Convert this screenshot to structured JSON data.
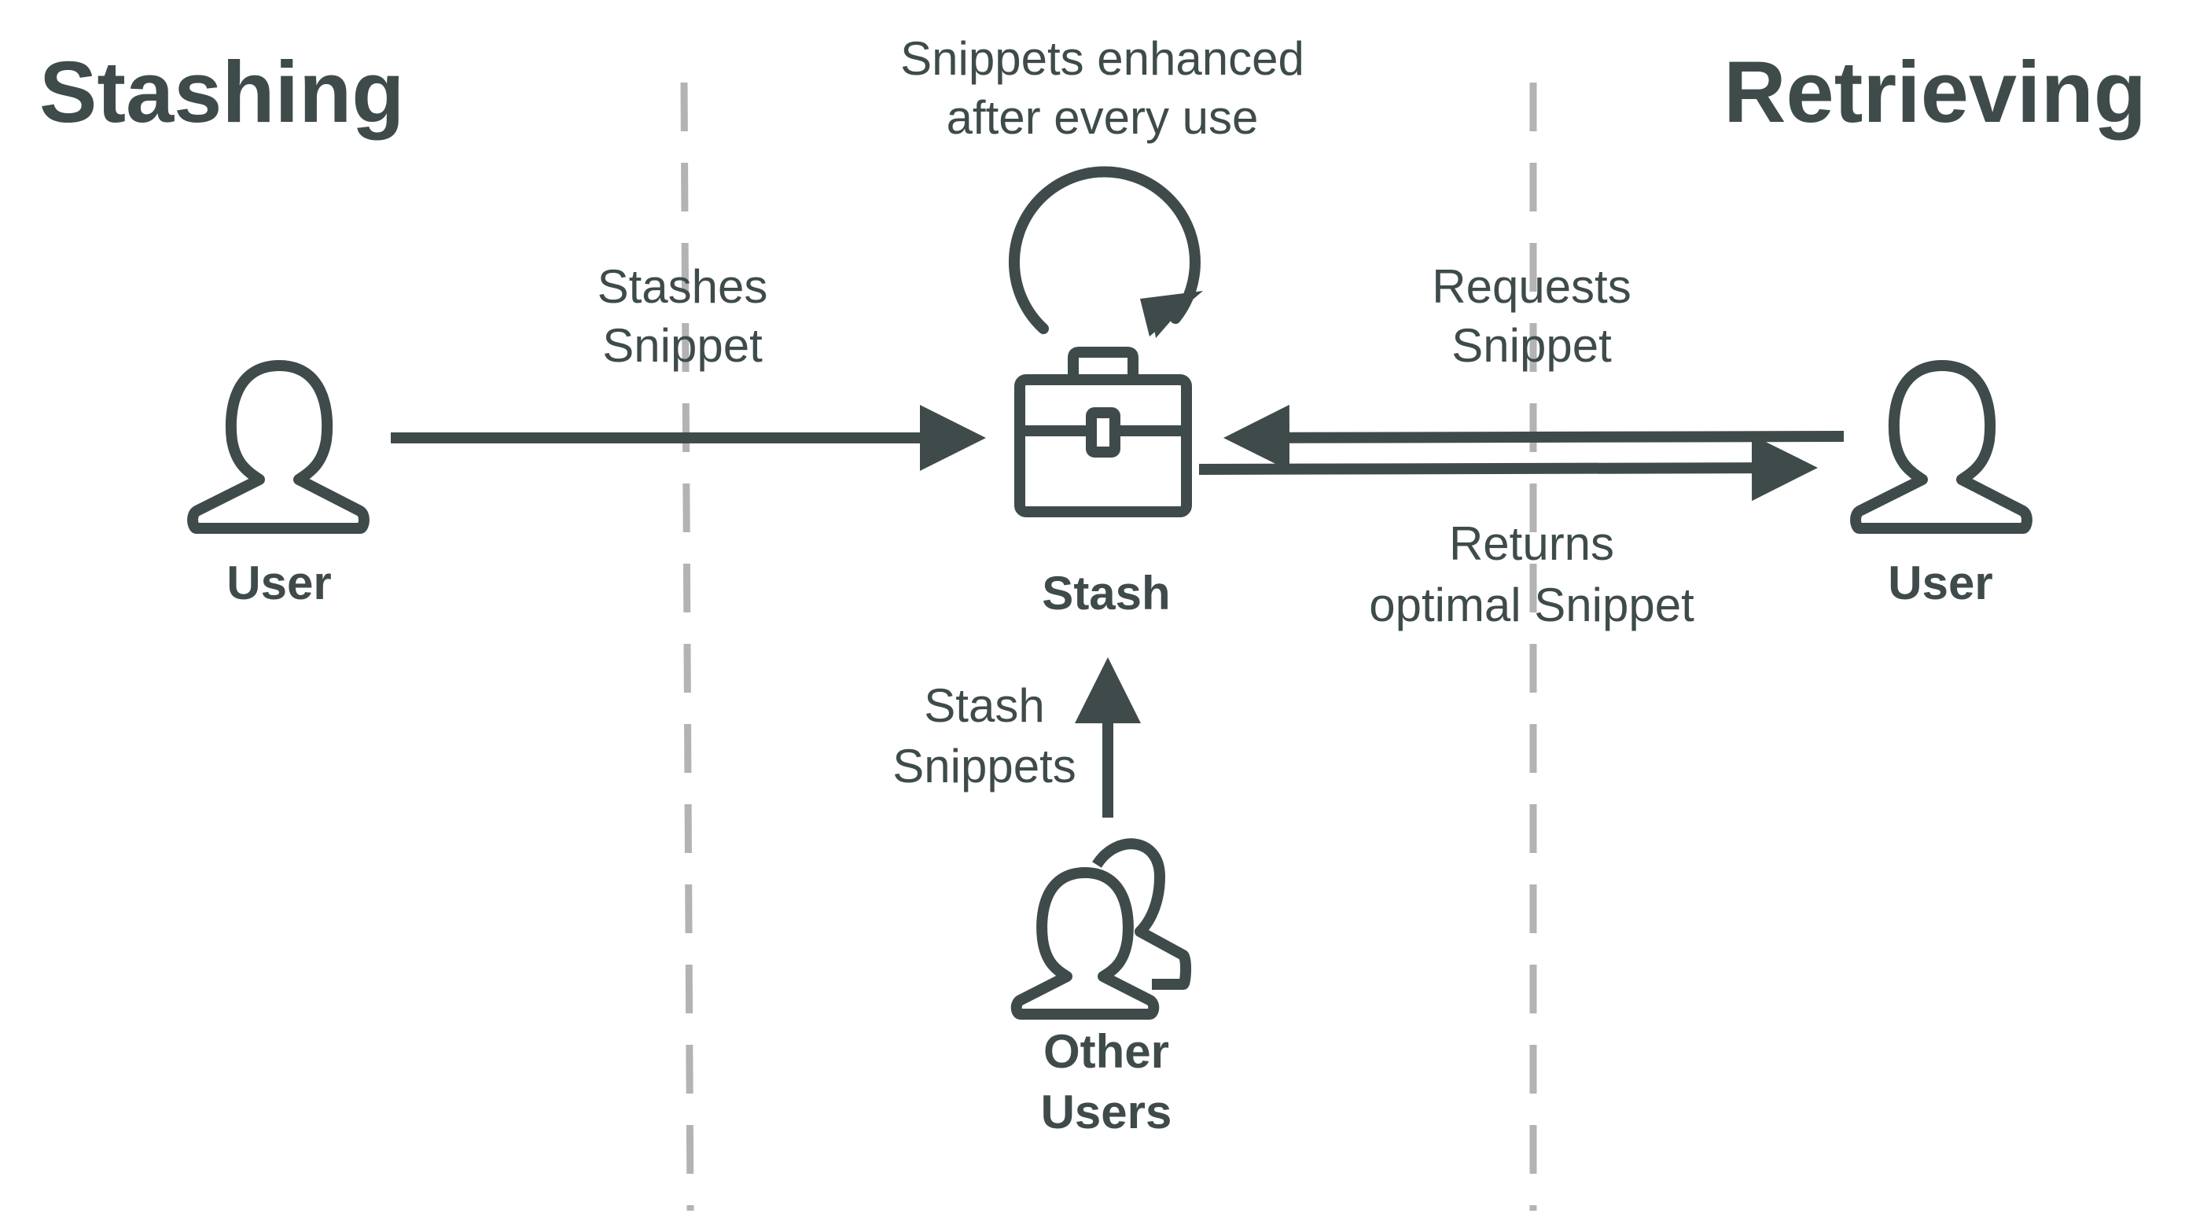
{
  "headings": {
    "left": "Stashing",
    "right": "Retrieving"
  },
  "labels": {
    "enhanced_line1": "Snippets enhanced",
    "enhanced_line2": "after every use",
    "stashes_line1": "Stashes",
    "stashes_line2": "Snippet",
    "requests_line1": "Requests",
    "requests_line2": "Snippet",
    "returns_line1": "Returns",
    "returns_line2": "optimal Snippet",
    "stash_snippets_line1": "Stash",
    "stash_snippets_line2": "Snippets"
  },
  "entities": {
    "left_user": "User",
    "right_user": "User",
    "stash": "Stash",
    "other_users_line1": "Other",
    "other_users_line2": "Users"
  },
  "icons": {
    "left_user": "user-icon",
    "right_user": "user-icon",
    "stash": "toolbox-icon",
    "other_users": "users-group-icon",
    "cycle": "refresh-cycle-icon"
  },
  "colors": {
    "ink": "#3f4b4b",
    "divider": "#b3b3b3",
    "background": "#ffffff"
  }
}
